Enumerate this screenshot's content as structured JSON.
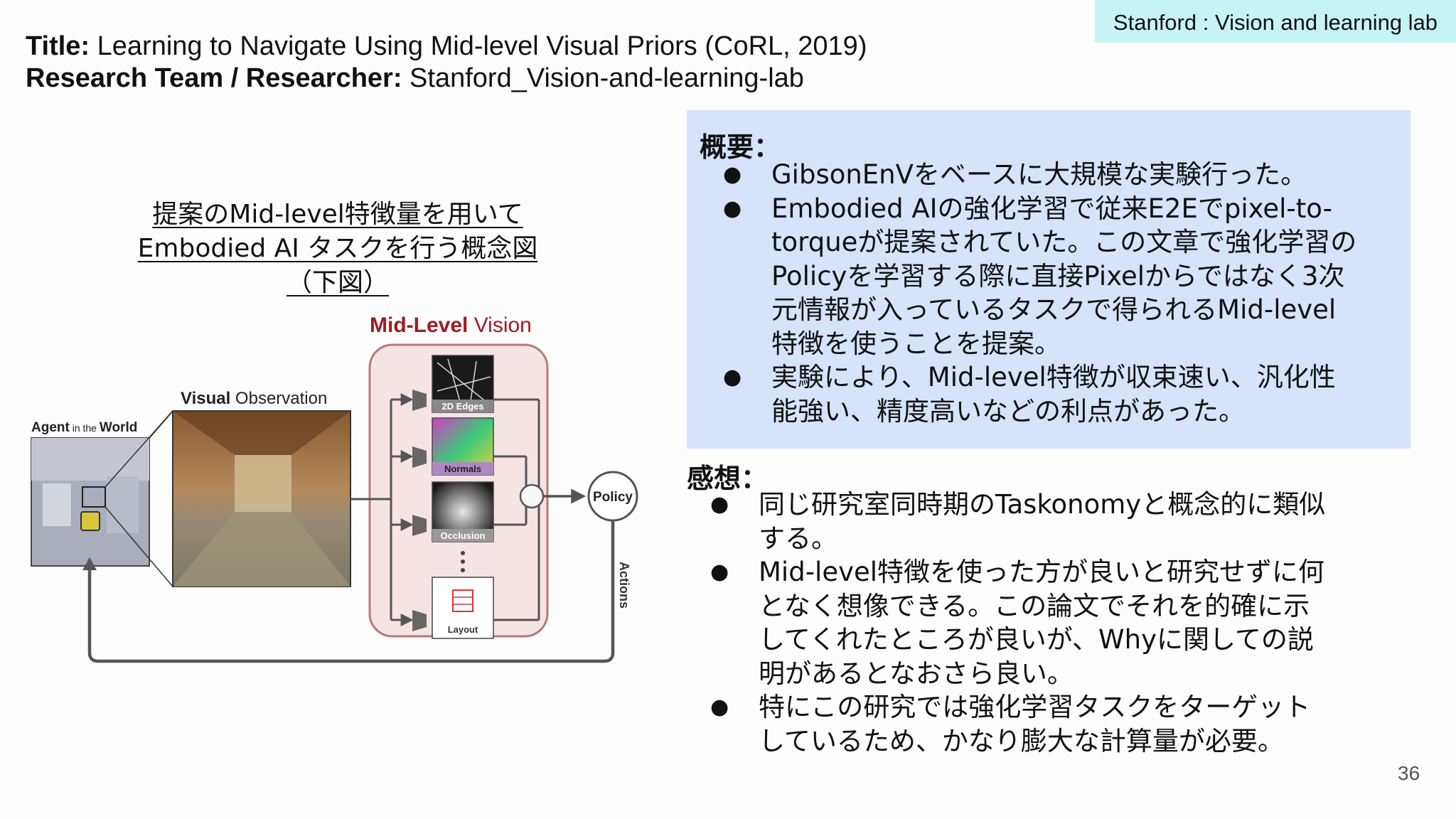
{
  "badge": "Stanford : Vision and learning lab",
  "header": {
    "title_label": "Title:",
    "title": "Learning to Navigate Using Mid-level Visual Priors (CoRL, 2019)",
    "team_label": "Research Team / Researcher:",
    "team": "Stanford_Vision-and-learning-lab"
  },
  "caption": {
    "line1": "提案のMid-level特徴量を用いて",
    "line2": "Embodied AI タスクを行う概念図",
    "line3": "（下図）"
  },
  "figure": {
    "mid_level_title_bold": "Mid-Level",
    "mid_level_title_rest": " Vision",
    "visual_obs_bold": "Visual",
    "visual_obs_rest": " Observation",
    "agent_bold1": "Agent",
    "agent_small": " in the ",
    "agent_bold2": "World",
    "feature_labels": [
      "2D Edges",
      "Normals",
      "Occlusion",
      "Layout"
    ],
    "policy": "Policy",
    "actions": "Actions",
    "colors": {
      "frame_fill": "#f5e4e3",
      "frame_stroke": "#b67a78",
      "title_red": "#9e1b22"
    }
  },
  "summary": {
    "title": "概要：",
    "bullets": [
      [
        "GibsonEnVをベースに大規模な実験行った。"
      ],
      [
        "Embodied AIの強化学習で従来E2Eでpixel-to-",
        "torqueが提案されていた。この文章で強化学習の",
        "Policyを学習する際に直接Pixelからではなく3次",
        "元情報が入っているタスクで得られるMid-level",
        "特徴を使うことを提案。"
      ],
      [
        "実験により、Mid-level特徴が収束速い、汎化性",
        "能強い、精度高いなどの利点があった。"
      ]
    ]
  },
  "impressions": {
    "title": "感想：",
    "bullets": [
      [
        "同じ研究室同時期のTaskonomyと概念的に類似",
        "する。"
      ],
      [
        "Mid-level特徴を使った方が良いと研究せずに何",
        "となく想像できる。この論文でそれを的確に示",
        "してくれたところが良いが、Whyに関しての説",
        "明があるとなおさら良い。"
      ],
      [
        "特にこの研究では強化学習タスクをターゲット",
        "しているため、かなり膨大な計算量が必要。"
      ]
    ]
  },
  "bullet_symbol": "●",
  "page_number": "36"
}
